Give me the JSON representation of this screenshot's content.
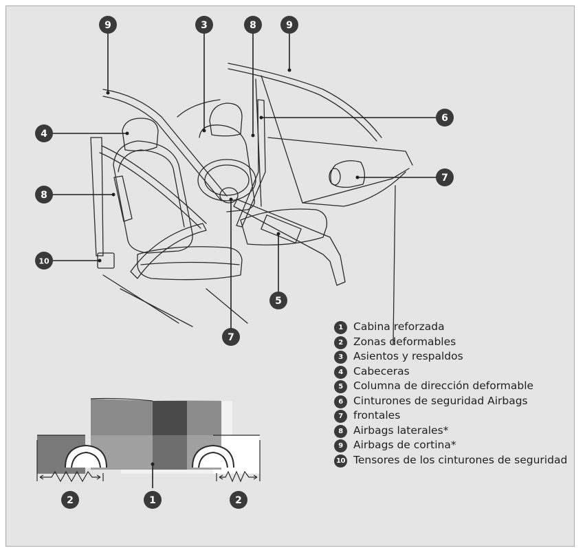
{
  "callouts": {
    "c1": "1",
    "c2": "2",
    "c3": "3",
    "c4": "4",
    "c5": "5",
    "c6": "6",
    "c7": "7",
    "c8": "8",
    "c9": "9",
    "c10": "10"
  },
  "legend": [
    {
      "num": "1",
      "text": "Cabina reforzada"
    },
    {
      "num": "2",
      "text": "Zonas deformables"
    },
    {
      "num": "3",
      "text": "Asientos y respaldos"
    },
    {
      "num": "4",
      "text": "Cabeceras"
    },
    {
      "num": "5",
      "text": "Columna de dirección deformable"
    },
    {
      "num": "6",
      "text": "Cinturones de seguridad Airbags"
    },
    {
      "num": "7",
      "text": "frontales"
    },
    {
      "num": "8",
      "text": "Airbags laterales*"
    },
    {
      "num": "9",
      "text": "Airbags de cortina*"
    },
    {
      "num": "10",
      "text": "Tensores de los cinturones de seguridad"
    }
  ],
  "colors": {
    "panel": "#e5e5e5",
    "badge": "#3a3a3a",
    "line": "#2a2a2a",
    "car_dark": "#4a4a4a",
    "car_mid": "#7a7a7a",
    "car_light": "#a0a0a0"
  }
}
